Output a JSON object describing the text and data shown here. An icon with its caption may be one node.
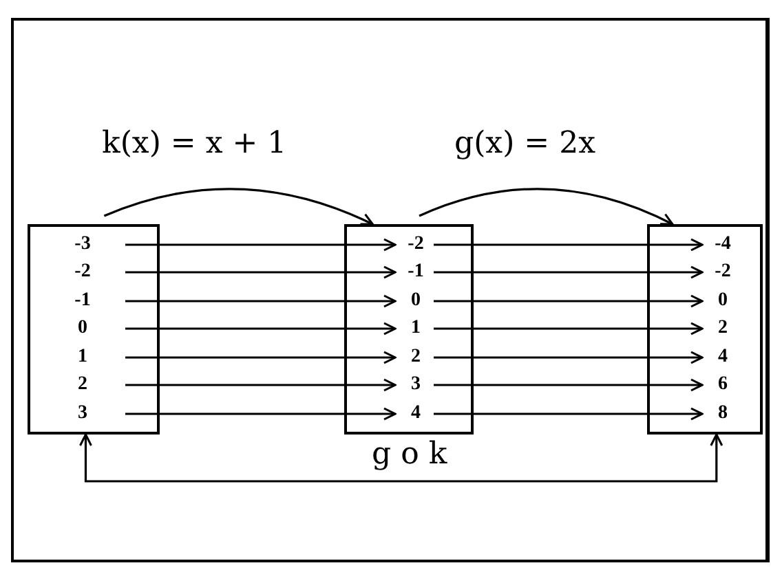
{
  "diagram": {
    "nodes": [
      {
        "text": [],
        "shape": "box"
      },
      {
        "text": [
          "-3"
        ],
        "in": 0
      },
      {
        "text": [
          "-2"
        ],
        "in": 0
      },
      {
        "text": [
          "-1"
        ],
        "in": 0
      },
      {
        "text": [
          "0"
        ],
        "in": 0
      },
      {
        "text": [
          "1"
        ],
        "in": 0
      },
      {
        "text": [
          "2"
        ],
        "in": 0
      },
      {
        "text": [
          "3"
        ],
        "in": 0
      },
      {
        "text": [],
        "shape": "box"
      },
      {
        "text": [
          "-2"
        ],
        "in": 8
      },
      {
        "text": [
          "-1"
        ],
        "in": 8
      },
      {
        "text": [
          "0"
        ],
        "in": 8
      },
      {
        "text": [
          "1"
        ],
        "in": 8
      },
      {
        "text": [
          "2"
        ],
        "in": 8
      },
      {
        "text": [
          "3"
        ],
        "in": 8
      },
      {
        "text": [
          "4"
        ],
        "in": 8
      },
      {
        "text": [],
        "shape": "box"
      },
      {
        "text": [
          "-4"
        ],
        "in": 16
      },
      {
        "text": [
          "-2"
        ],
        "in": 16
      },
      {
        "text": [
          "0"
        ],
        "in": 16
      },
      {
        "text": [
          "2"
        ],
        "in": 16
      },
      {
        "text": [
          "4"
        ],
        "in": 16
      },
      {
        "text": [
          "6"
        ],
        "in": 16
      },
      {
        "text": [
          "8"
        ],
        "in": 16
      }
    ],
    "edges": [
      {
        "from": 0,
        "to": 8,
        "arrow": "to",
        "label": "k(x) = x + 1"
      },
      {
        "from": 8,
        "to": 16,
        "arrow": "to",
        "label": "g(x) = 2x"
      },
      {
        "from": 1,
        "to": 9,
        "arrow": "to"
      },
      {
        "from": 2,
        "to": 10,
        "arrow": "to"
      },
      {
        "from": 3,
        "to": 11,
        "arrow": "to"
      },
      {
        "from": 4,
        "to": 12,
        "arrow": "to"
      },
      {
        "from": 5,
        "to": 13,
        "arrow": "to"
      },
      {
        "from": 6,
        "to": 14,
        "arrow": "to"
      },
      {
        "from": 7,
        "to": 15,
        "arrow": "to"
      },
      {
        "from": 9,
        "to": 17,
        "arrow": "to"
      },
      {
        "from": 10,
        "to": 18,
        "arrow": "to"
      },
      {
        "from": 11,
        "to": 19,
        "arrow": "to"
      },
      {
        "from": 12,
        "to": 20,
        "arrow": "to"
      },
      {
        "from": 13,
        "to": 21,
        "arrow": "to"
      },
      {
        "from": 14,
        "to": 22,
        "arrow": "to"
      },
      {
        "from": 15,
        "to": 23,
        "arrow": "to"
      },
      {
        "from": 0,
        "to": 16,
        "arrow": "both",
        "label": "g o k"
      }
    ]
  }
}
